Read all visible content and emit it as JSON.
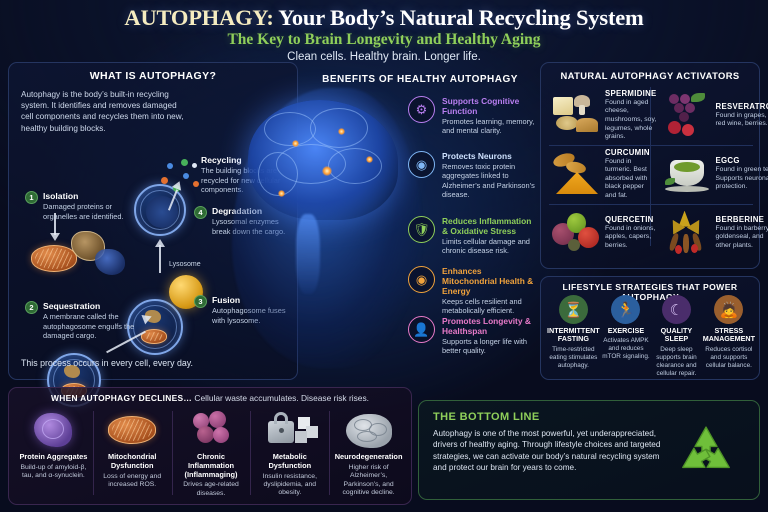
{
  "header": {
    "title_highlight": "AUTOPHAGY:",
    "title_rest": " Your Body’s Natural Recycling System",
    "subtitle": "The Key to Brain Longevity and Healthy Aging",
    "tagline": "Clean cells. Healthy brain. Longer life."
  },
  "left_panel": {
    "title": "WHAT IS AUTOPHAGY?",
    "intro": "Autophagy is the body’s built-in recycling system. It identifies and removes damaged cell components and recycles them into new, healthy building blocks.",
    "closing": "This process occurs in every cell, every day.",
    "lysosome_label": "Lysosome",
    "steps": [
      {
        "num": "1",
        "title": "Isolation",
        "body": "Damaged proteins or organelles are identified."
      },
      {
        "num": "2",
        "title": "Sequestration",
        "body": "A membrane called the autophagosome engulfs the damaged cargo."
      },
      {
        "num": "3",
        "title": "Fusion",
        "body": "Autophagosome fuses with lysosome."
      },
      {
        "num": "4",
        "title": "Degradation",
        "body": "Lysosomal enzymes break down the cargo."
      },
      {
        "num": "",
        "title": "Recycling",
        "body": "The building blocks are recycled for new cellular components."
      }
    ]
  },
  "center": {
    "title": "BENEFITS OF HEALTHY AUTOPHAGY",
    "benefits": [
      {
        "icon": "gear-brain-icon",
        "title": "Supports Cognitive Function",
        "body": "Promotes learning, memory, and mental clarity.",
        "color": "#b87ef0"
      },
      {
        "icon": "mitochondria-neuron-icon",
        "title": "Protects Neurons",
        "body": "Removes toxic protein aggregates linked to Alzheimer’s and Parkinson’s disease.",
        "color": "#7fb6f5"
      },
      {
        "icon": "shield-icon",
        "title": "Reduces Inflammation & Oxidative Stress",
        "body": "Limits cellular damage and chronic disease risk.",
        "color": "#8fcf5a"
      },
      {
        "icon": "mitochondria-energy-icon",
        "title": "Enhances Mitochondrial Health & Energy",
        "body": "Keeps cells resilient and metabolically efficient.",
        "color": "#f0a23c"
      },
      {
        "icon": "person-icon",
        "title": "Promotes Longevity & Healthspan",
        "body": "Supports a longer life with better quality.",
        "color": "#e87ac8"
      }
    ]
  },
  "activators": {
    "title": "NATURAL AUTOPHAGY ACTIVATORS",
    "items": [
      {
        "name": "SPERMIDINE",
        "desc": "Found in aged cheese, mushrooms, soy, legumes, whole grains.",
        "art": "cheese-mushroom-icon"
      },
      {
        "name": "RESVERATROL",
        "desc": "Found in grapes, red wine, berries.",
        "art": "grapes-berries-icon"
      },
      {
        "name": "CURCUMIN",
        "desc": "Found in turmeric. Best absorbed with black pepper and fat.",
        "art": "turmeric-icon"
      },
      {
        "name": "EGCG",
        "desc": "Found in green tea. Supports neuronal protection.",
        "art": "green-tea-icon"
      },
      {
        "name": "QUERCETIN",
        "desc": "Found in onions, apples, capers, berries.",
        "art": "onion-apple-icon"
      },
      {
        "name": "BERBERINE",
        "desc": "Found in barberry, goldenseal, and other plants.",
        "art": "barberry-root-icon"
      }
    ]
  },
  "lifestyle": {
    "title": "LIFESTYLE STRATEGIES THAT POWER AUTOPHAGY",
    "items": [
      {
        "icon": "fasting-clock-icon",
        "glyph": "◴",
        "name": "INTERMITTENT FASTING",
        "desc": "Time-restricted eating stimulates autophagy.",
        "color": "#3b6b3c"
      },
      {
        "icon": "running-person-icon",
        "glyph": "⯈",
        "name": "EXERCISE",
        "desc": "Activates AMPK and reduces mTOR signaling.",
        "color": "#2b5f9e"
      },
      {
        "icon": "moon-stars-icon",
        "glyph": "☾",
        "name": "QUALITY SLEEP",
        "desc": "Deep sleep supports brain clearance and cellular repair.",
        "color": "#4a2d6b"
      },
      {
        "icon": "meditation-icon",
        "glyph": "☸",
        "name": "STRESS MANAGEMENT",
        "desc": "Reduces cortisol and supports cellular balance.",
        "color": "#9a5f2e"
      }
    ]
  },
  "decline": {
    "title_strong": "WHEN AUTOPHAGY DECLINES…",
    "title_soft": " Cellular waste accumulates. Disease risk rises.",
    "items": [
      {
        "art": "protein-aggregate-icon",
        "name": "Protein Aggregates",
        "desc": "Build-up of amyloid-β, tau, and α-synuclein."
      },
      {
        "art": "mitochondria-damaged-icon",
        "name": "Mitochondrial Dysfunction",
        "desc": "Loss of energy and increased ROS."
      },
      {
        "art": "inflammation-cells-icon",
        "name": "Chronic Inflammation (Inflammaging)",
        "desc": "Drives age-related diseases."
      },
      {
        "art": "lock-sugar-icon",
        "name": "Metabolic Dysfunction",
        "desc": "Insulin resistance, dyslipidemia, and obesity."
      },
      {
        "art": "brain-icon",
        "name": "Neurodegeneration",
        "desc": "Higher risk of Alzheimer’s, Parkinson’s, and cognitive decline."
      }
    ]
  },
  "bottom_line": {
    "title": "THE BOTTOM LINE",
    "body": "Autophagy is one of the most powerful, yet underappreciated, drivers of healthy aging. Through lifestyle choices and targeted strategies, we can activate our body’s natural recycling system and protect our brain for years to come.",
    "icon": "recycle-icon",
    "accent": "#8fcf5a"
  }
}
